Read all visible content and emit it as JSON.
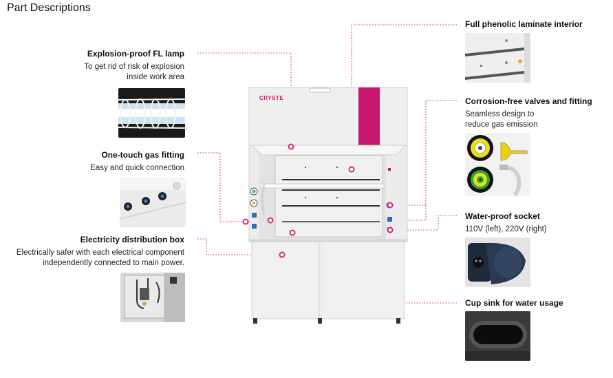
{
  "page_title": "Part Descriptions",
  "brand_label": "CRYSTE",
  "colors": {
    "accent": "#c8176f",
    "leader_line": "#d4287f",
    "cabinet": "#eeeeee"
  },
  "parts": {
    "lamp": {
      "title": "Explosion-proof FL lamp",
      "desc_1": "To get rid of risk of explosion",
      "desc_2": "inside work area"
    },
    "gas": {
      "title": "One-touch gas fitting",
      "desc_1": "Easy and quick connection"
    },
    "electric": {
      "title": "Electricity distribution box",
      "desc_1": "Electrically safer with each electrical component",
      "desc_2": "independently connected to main power."
    },
    "interior": {
      "title": "Full phenolic laminate interior"
    },
    "valves": {
      "title": "Corrosion-free valves and fitting",
      "desc_1": "Seamless design to",
      "desc_2": "reduce gas emission"
    },
    "socket": {
      "title": "Water-proof socket",
      "desc_1": "110V (left), 220V (right)"
    },
    "sink": {
      "title": "Cup sink for water usage"
    }
  }
}
